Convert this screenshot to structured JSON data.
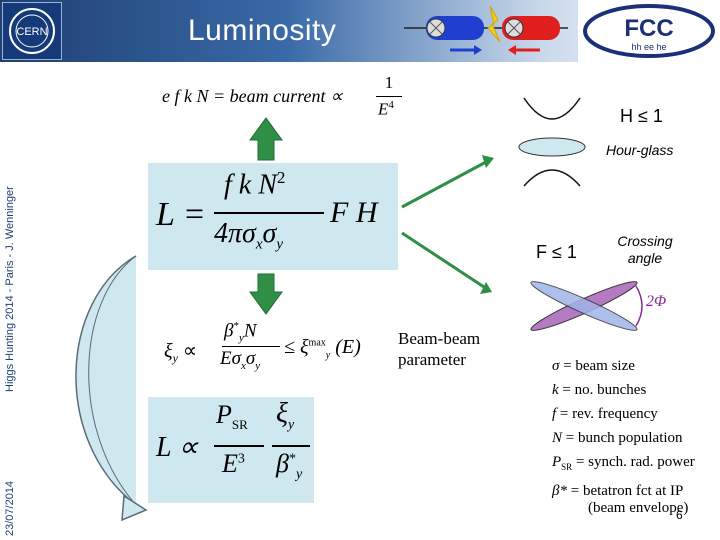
{
  "header": {
    "title": "Luminosity",
    "cern_logo_text": "CERN",
    "fcc_logo_text": "FCC",
    "fcc_logo_subtext": "hh ee he"
  },
  "sidebar": {
    "event": "Higgs Hunting 2014 - Paris - J. Wenninger",
    "date": "23/07/2014"
  },
  "beam_current": {
    "lhs": "e f k N = beam current ∝",
    "numerator": "1",
    "denominator": "E",
    "exponent": "4"
  },
  "luminosity_formula": {
    "lhs": "L =",
    "numerator": "f k N",
    "numerator_exp": "2",
    "denominator": "4πσ",
    "sub_x": "x",
    "sigma_y": "σ",
    "sub_y": "y",
    "factors": "F H"
  },
  "hourglass": {
    "label": "H ≤ 1",
    "caption": "Hour-glass"
  },
  "crossing": {
    "label": "F ≤ 1",
    "caption_line1": "Crossing",
    "caption_line2": "angle",
    "angle_label": "2Φ"
  },
  "beam_beam": {
    "xi": "ξ",
    "xi_sub": "y",
    "prop": "∝",
    "numerator": "β",
    "numerator_sup": "*",
    "numerator_sub": "y",
    "numerator_tail": "N",
    "denominator": "Eσ",
    "den_sub_x": "x",
    "den_sigma": "σ",
    "den_sub_y": "y",
    "leq": "≤ ξ",
    "max_sup": "max",
    "max_sub": "y",
    "energy_arg": "(E)",
    "label_line1": "Beam-beam",
    "label_line2": "parameter"
  },
  "sr_formula": {
    "lhs": "L ∝",
    "P": "P",
    "P_sub": "SR",
    "E": "E",
    "E_exp": "3",
    "xi": "ξ",
    "xi_sub": "y",
    "beta": "β",
    "beta_sup": "*",
    "beta_sub": "y"
  },
  "legend": [
    {
      "sym": "σ",
      "sub": "",
      "text": "= beam size"
    },
    {
      "sym": "k",
      "sub": "",
      "text": "= no. bunches"
    },
    {
      "sym": "f",
      "sub": "",
      "text": "= rev. frequency"
    },
    {
      "sym": "N",
      "sub": "",
      "text": "= bunch population"
    },
    {
      "sym": "P",
      "sub": "SR",
      "text": "= synch. rad. power"
    },
    {
      "sym": "β*",
      "sub": "",
      "text": "= betatron fct at IP"
    }
  ],
  "legend_tail": "(beam envelope)",
  "page_number": "6",
  "colors": {
    "header_dark": "#1e3f73",
    "teal_box": "#cfe8ef",
    "arrow_green": "#2f8f47",
    "beam_blue": "#1e3fd0",
    "beam_red": "#e01e1e",
    "crossing_purple": "#8a2a9a"
  }
}
